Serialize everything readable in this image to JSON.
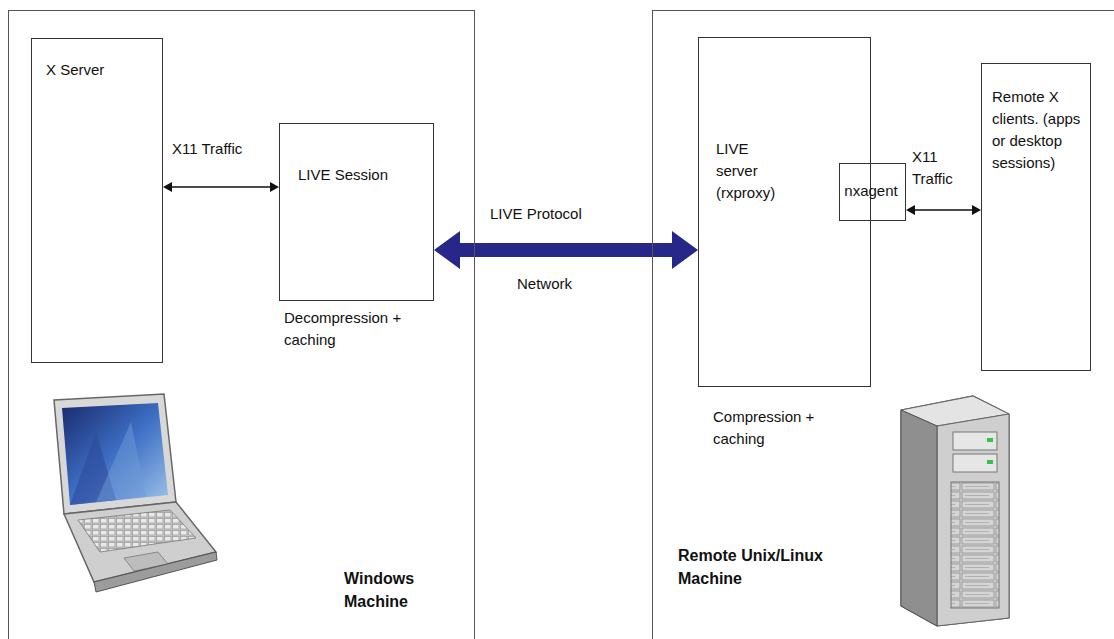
{
  "diagram": {
    "nodes": [
      {
        "text": [
          "Windows Machine"
        ]
      },
      {
        "text": [
          "X Server"
        ],
        "in": 0
      },
      {
        "text": [
          "LIVE Session",
          "Decompression + caching"
        ],
        "in": 0
      },
      {
        "text": [
          "Remote Unix/Linux Machine"
        ]
      },
      {
        "text": [
          "LIVE server (rxproxy)",
          "Compression + caching"
        ],
        "in": 3
      },
      {
        "text": [
          "nxagent"
        ],
        "in": 3
      },
      {
        "text": [
          "Remote X clients. (apps or desktop sessions)"
        ],
        "in": 3
      }
    ],
    "edges": [
      {
        "from": 1,
        "to": 2,
        "arrow": "both",
        "label": "X11 Traffic"
      },
      {
        "from": 2,
        "to": 4,
        "arrow": "both",
        "label": "LIVE Protocol"
      },
      {
        "from": 5,
        "to": 6,
        "arrow": "both",
        "label": "X11 Traffic"
      }
    ],
    "labels": [
      "Network"
    ]
  }
}
